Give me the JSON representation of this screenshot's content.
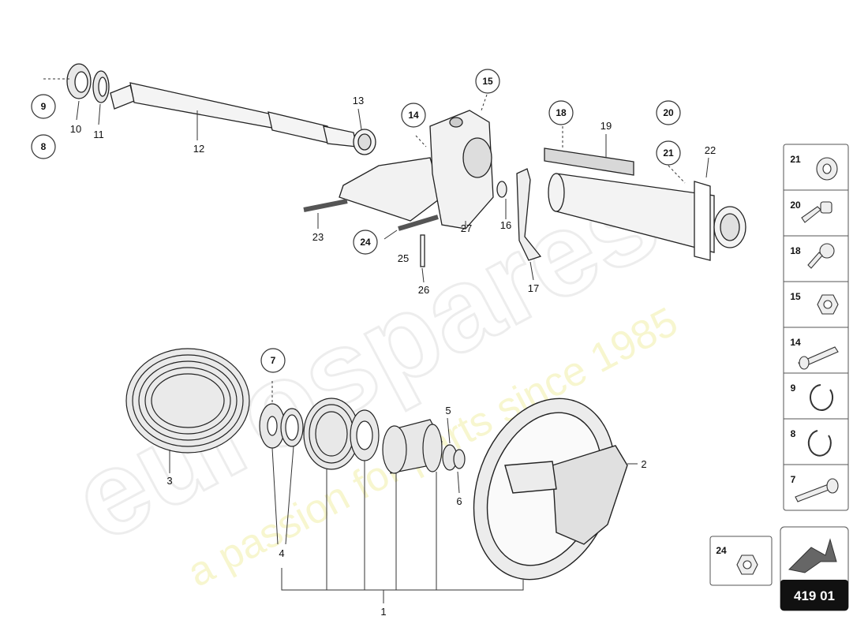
{
  "diagram_id": "419 01",
  "watermark": {
    "brand": "eurospares",
    "tagline": "a passion for parts since 1985"
  },
  "callouts": {
    "c1": "1",
    "c2": "2",
    "c3": "3",
    "c4": "4",
    "c5": "5",
    "c6": "6",
    "c7": "7",
    "c8": "8",
    "c9": "9",
    "c10": "10",
    "c11": "11",
    "c12": "12",
    "c13": "13",
    "c14": "14",
    "c15": "15",
    "c16": "16",
    "c17": "17",
    "c18": "18",
    "c19": "19",
    "c20": "20",
    "c21": "21",
    "c22": "22",
    "c23": "23",
    "c24": "24",
    "c25": "25",
    "c26": "26",
    "c27": "27"
  },
  "legend": [
    {
      "num": "21",
      "icon": "washer-icon"
    },
    {
      "num": "20",
      "icon": "bolt-icon"
    },
    {
      "num": "18",
      "icon": "flange-screw-icon"
    },
    {
      "num": "15",
      "icon": "nut-icon"
    },
    {
      "num": "14",
      "icon": "pin-bolt-icon"
    },
    {
      "num": "9",
      "icon": "circlip-icon"
    },
    {
      "num": "8",
      "icon": "snap-ring-icon"
    },
    {
      "num": "7",
      "icon": "screw-icon"
    }
  ],
  "extra_legend": {
    "num": "24",
    "icon": "nut-icon"
  },
  "nav_icon": "arrow-icon"
}
